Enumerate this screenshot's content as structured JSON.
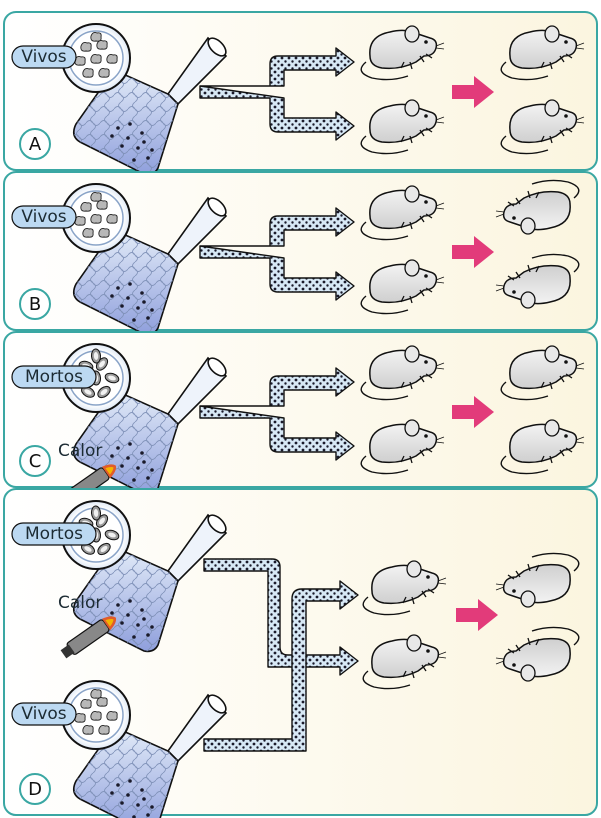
{
  "colors": {
    "panel_border": "#3aa7a3",
    "panel_fill_left": "#ffffff",
    "panel_fill_right": "#fbf5df",
    "flask_fill": "#aab8e6",
    "arrow_fill": "#cfe3f2",
    "pink_arrow": "#e23b7a",
    "label_fill": "#bcd9f2"
  },
  "panels": [
    {
      "letter": "A",
      "flask_label": "Vivos",
      "heat": false,
      "outcome": "alive"
    },
    {
      "letter": "B",
      "flask_label": "Vivos",
      "heat": false,
      "outcome": "dead"
    },
    {
      "letter": "C",
      "flask_label": "Mortos",
      "heat": true,
      "heat_label": "Calor",
      "outcome": "alive"
    },
    {
      "letter": "D",
      "flask_label": "Mortos",
      "heat": true,
      "heat_label": "Calor",
      "second_flask_label": "Vivos",
      "outcome": "dead"
    }
  ]
}
